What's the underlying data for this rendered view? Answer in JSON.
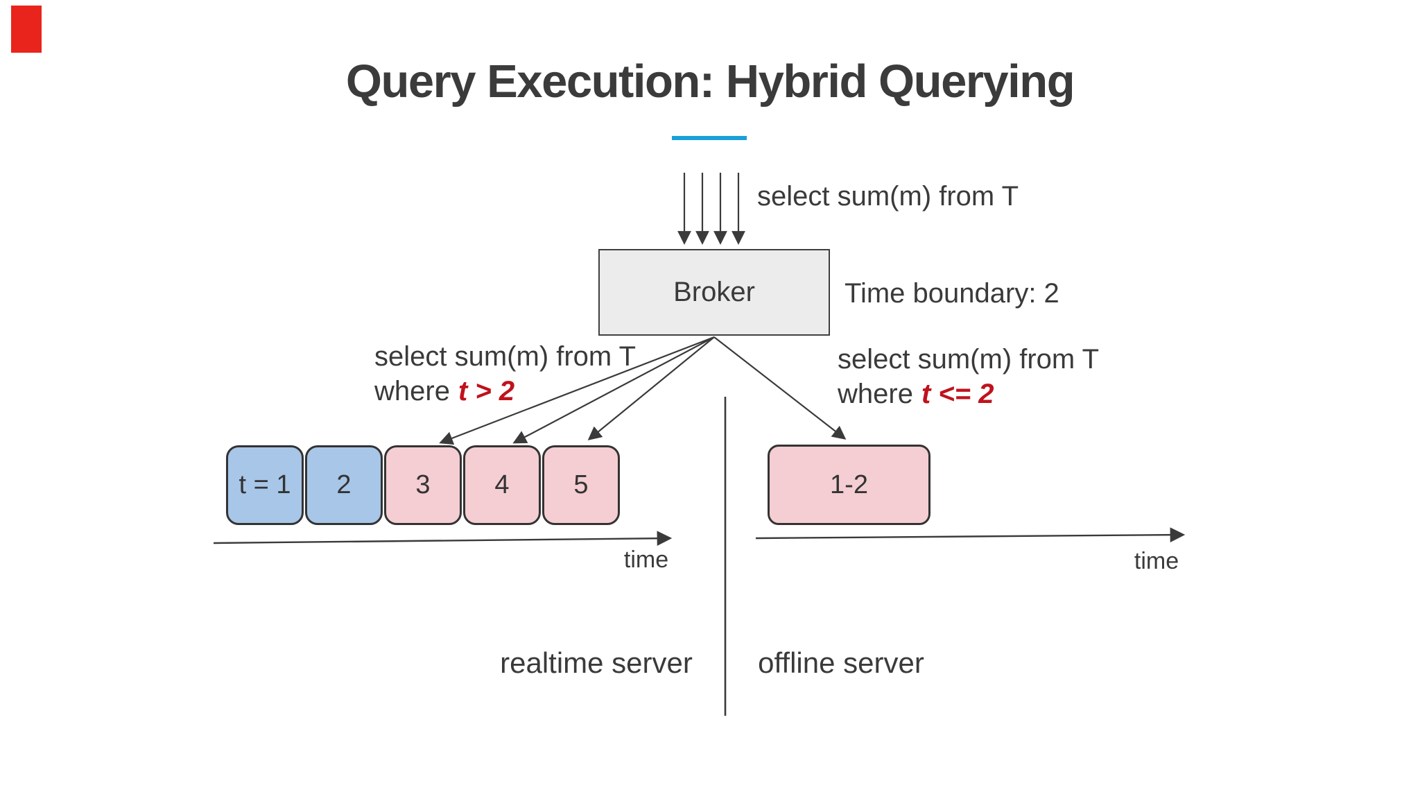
{
  "marker": {
    "color": "#e8241c"
  },
  "title": {
    "text": "Query Execution: Hybrid Querying",
    "underline_color": "#1aa0d8"
  },
  "queries": {
    "top": "select sum(m) from T",
    "left_line1": "select sum(m) from T",
    "left_where": "where",
    "left_predicate": "t > 2",
    "right_line1": "select sum(m) from T",
    "right_where": "where",
    "right_predicate": "t <= 2",
    "predicate_color": "#c0121c"
  },
  "broker": {
    "label": "Broker",
    "fill": "#ececec"
  },
  "time_boundary": {
    "label": "Time boundary: 2"
  },
  "segments": {
    "left": [
      {
        "label": "t = 1",
        "color": "#a7c6e8"
      },
      {
        "label": "2",
        "color": "#a7c6e8"
      },
      {
        "label": "3",
        "color": "#f4ced2"
      },
      {
        "label": "4",
        "color": "#f4ced2"
      },
      {
        "label": "5",
        "color": "#f4ced2"
      }
    ],
    "offline": [
      {
        "label": "1-2",
        "color": "#f4ced2"
      }
    ]
  },
  "axes": {
    "left_label": "time",
    "right_label": "time"
  },
  "servers": {
    "left": "realtime server",
    "right": "offline server"
  },
  "colors": {
    "text": "#3a3a3a",
    "line": "#3a3a3a",
    "segment_blue": "#a7c6e8",
    "segment_pink": "#f4ced2"
  }
}
